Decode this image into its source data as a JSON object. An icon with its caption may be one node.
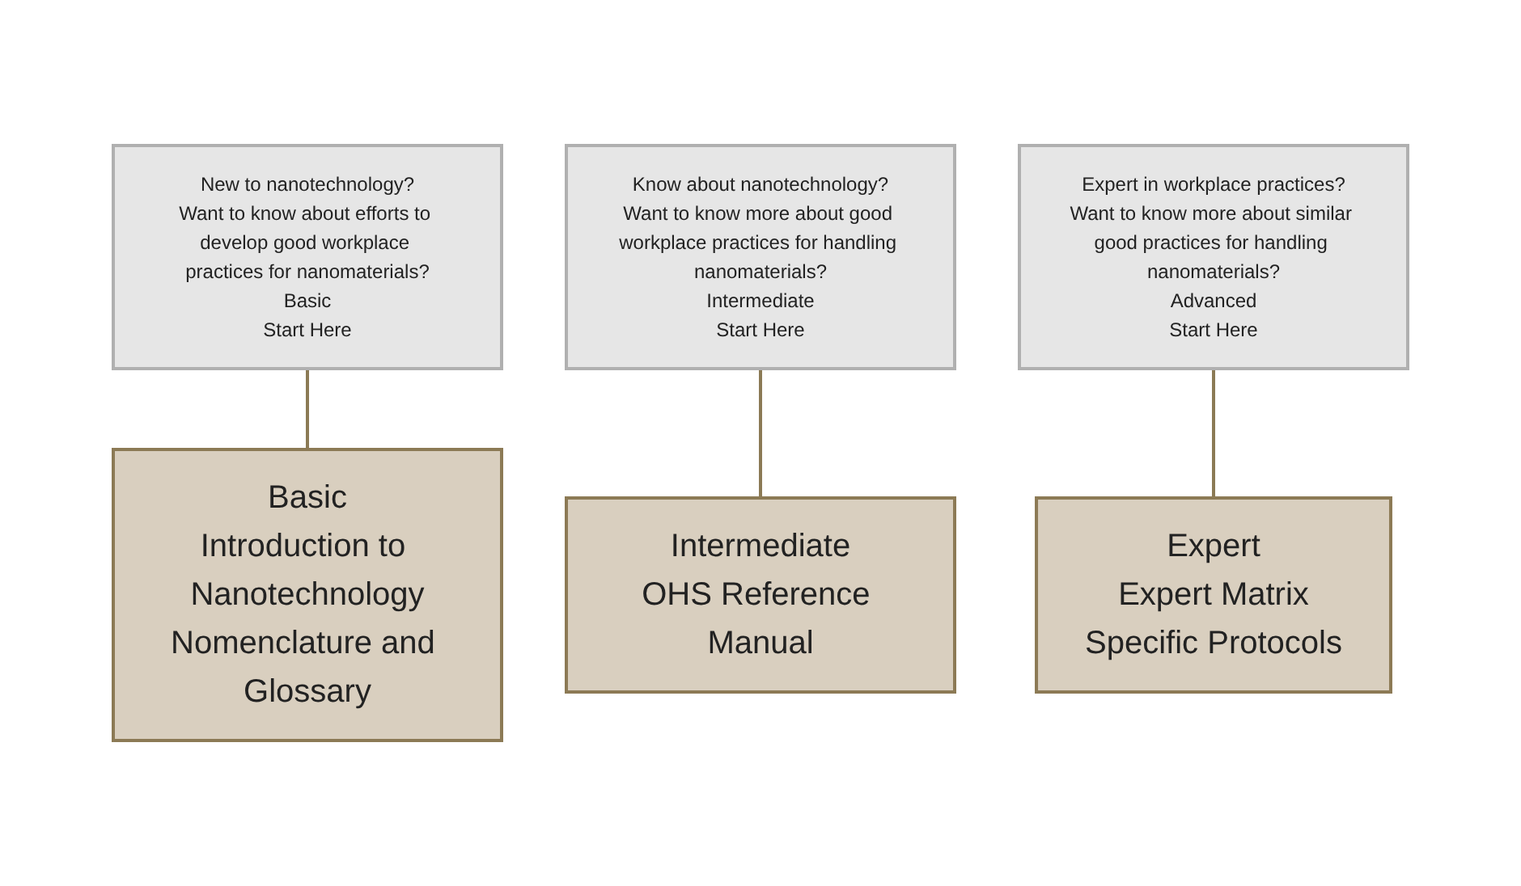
{
  "diagram": {
    "nodes": [
      {
        "text": [
          "New to nanotechnology?",
          "Want to know about efforts to develop good workplace practices for nanomaterials?",
          "Basic",
          "Start Here"
        ]
      },
      {
        "text": [
          "Know about nanotechnology?",
          "Want to know more about good workplace practices for handling nanomaterials?",
          "Intermediate",
          "Start Here"
        ]
      },
      {
        "text": [
          "Expert in workplace practices?",
          "Want to know more about similar good practices for handling nanomaterials?",
          "Advanced",
          "Start Here"
        ]
      },
      {
        "text": [
          "Basic",
          "Introduction to Nanotechnology",
          "Nomenclature and Glossary"
        ]
      },
      {
        "text": [
          "Intermediate",
          "OHS Reference Manual"
        ]
      },
      {
        "text": [
          "Expert",
          "Expert Matrix",
          "Specific Protocols"
        ]
      }
    ],
    "edges": [
      {
        "from": 0,
        "to": 3,
        "arrow": "none"
      },
      {
        "from": 1,
        "to": 4,
        "arrow": "none"
      },
      {
        "from": 2,
        "to": 5,
        "arrow": "none"
      }
    ]
  }
}
